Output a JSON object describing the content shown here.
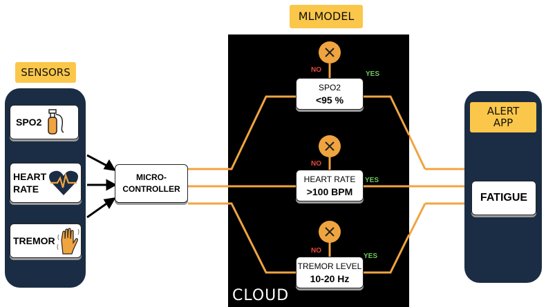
{
  "labels": {
    "sensors": "SENSORS",
    "mlmodel": "MLMODEL",
    "alert_app": "ALERT\nAPP",
    "cloud": "CLOUD"
  },
  "sensors": [
    {
      "label": "SPO2",
      "icon": "oxygen-tank-icon"
    },
    {
      "label": "HEART\nRATE",
      "icon": "heart-pulse-icon"
    },
    {
      "label": "TREMOR",
      "icon": "shaking-hand-icon"
    }
  ],
  "microcontroller": "MICRO-\nCONTROLLER",
  "checks": [
    {
      "name": "SPO2",
      "threshold": "<95 %",
      "no": "NO",
      "yes": "YES"
    },
    {
      "name": "HEART RATE",
      "threshold": ">100 BPM",
      "no": "NO",
      "yes": "YES"
    },
    {
      "name": "TREMOR LEVEL",
      "threshold": "10-20 Hz",
      "no": "NO",
      "yes": "YES"
    }
  ],
  "alert_output": "FATIGUE",
  "colors": {
    "accent_yellow": "#fbc74a",
    "line_orange": "#f0a440",
    "panel_navy": "#1b2d44",
    "cloud_black": "#000000",
    "no_red": "#e14b3a",
    "yes_green": "#6fca5a"
  }
}
